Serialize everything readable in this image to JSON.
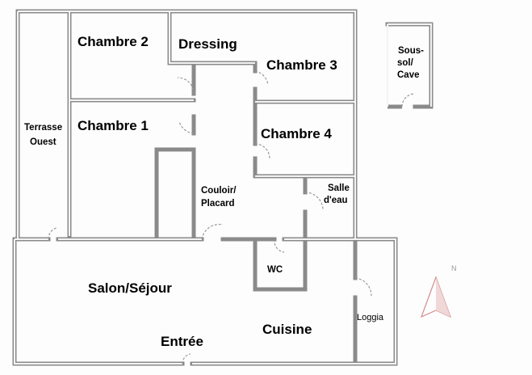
{
  "plan": {
    "rooms": {
      "chambre2": "Chambre 2",
      "dressing": "Dressing",
      "chambre3": "Chambre 3",
      "chambre1": "Chambre 1",
      "chambre4": "Chambre 4",
      "terrasse_line1": "Terrasse",
      "terrasse_line2": "Ouest",
      "couloir_line1": "Couloir/",
      "couloir_line2": "Placard",
      "salle_line1": "Salle",
      "salle_line2": "d'eau",
      "wc": "WC",
      "salon": "Salon/Séjour",
      "cuisine": "Cuisine",
      "entree": "Entrée",
      "loggia": "Loggia",
      "cave_line1": "Sous-",
      "cave_line2": "sol/",
      "cave_line3": "Cave"
    },
    "compass": {
      "label": "N",
      "color": "#d88a8a"
    }
  }
}
